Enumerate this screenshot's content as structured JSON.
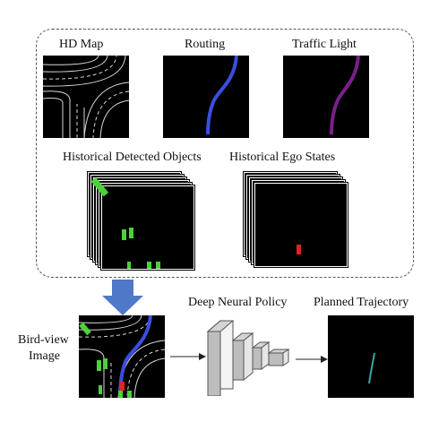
{
  "inputs": {
    "hd_map": "HD Map",
    "routing": "Routing",
    "traffic_light": "Traffic Light",
    "historical_detected_objects": "Historical Detected Objects",
    "historical_ego_states": "Historical Ego States"
  },
  "pipeline": {
    "bird_view_image_line1": "Bird-view",
    "bird_view_image_line2": "Image",
    "deep_neural_policy": "Deep Neural Policy",
    "planned_trajectory": "Planned Trajectory"
  },
  "colors": {
    "background": "#ffffff",
    "panel": "#000000",
    "map_lines": "#d8d8d8",
    "routing": "#3a4fe0",
    "traffic_light": "#7a1f8a",
    "objects": "#4cd13a",
    "ego": "#e0251b",
    "trajectory": "#3aa7a0",
    "big_arrow": "#4f78c8"
  }
}
